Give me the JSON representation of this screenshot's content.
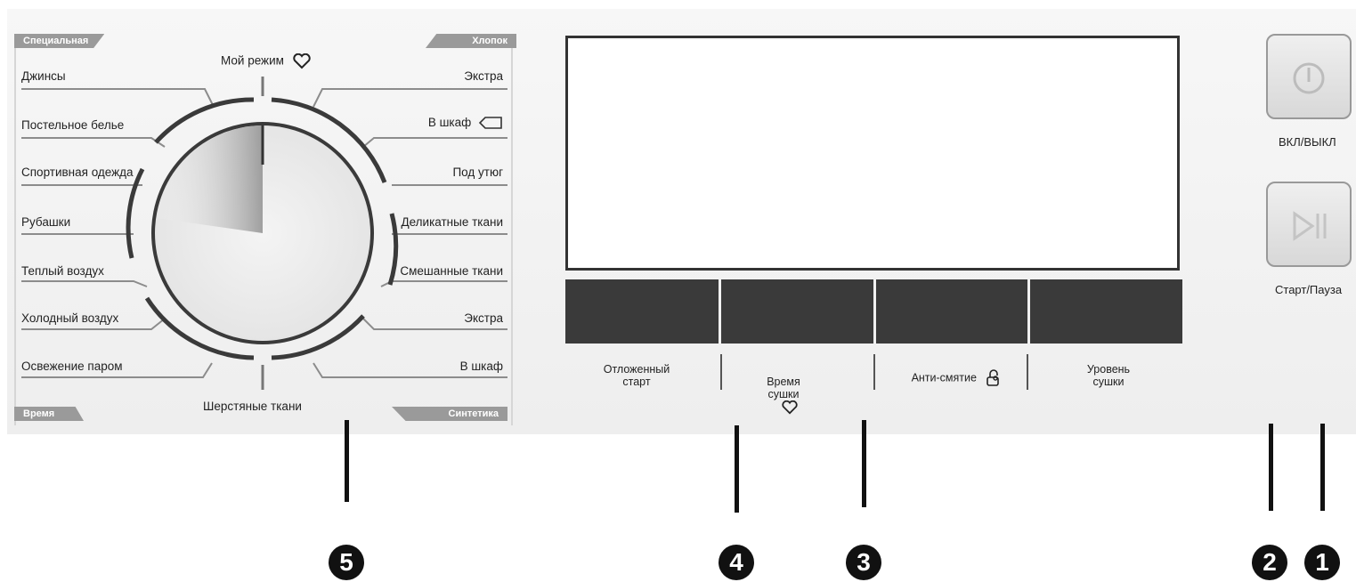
{
  "dial": {
    "top_label": "Мой режим",
    "bottom_label": "Шерстяные ткани",
    "corners": {
      "top_left": "Специальная",
      "top_right": "Хлопок",
      "bottom_left": "Время",
      "bottom_right": "Синтетика"
    },
    "left_programs": [
      "Джинсы",
      "Постельное белье",
      "Спортивная одежда",
      "Рубашки",
      "Теплый  воздух",
      "Холодный воздух",
      "Освежение паром"
    ],
    "right_programs": [
      "Экстра",
      "В шкаф",
      "Под утюг",
      "Деликатные ткани",
      "Смешанные ткани",
      "Экстра",
      "В шкаф"
    ]
  },
  "buttons": {
    "delay_start": "Отложенный\nстарт",
    "dry_time": "Время\nсушки",
    "anti_crease": "Анти-смятие",
    "dry_level": "Уровень\nсушки"
  },
  "side": {
    "power_label": "ВКЛ/ВЫКЛ",
    "start_label": "Старт/Пауза"
  },
  "callouts": [
    "5",
    "4",
    "3",
    "2",
    "1"
  ],
  "icons": [
    "heart-icon",
    "cabinet-tag-icon",
    "lock-child-icon",
    "power-icon",
    "play-pause-icon"
  ]
}
